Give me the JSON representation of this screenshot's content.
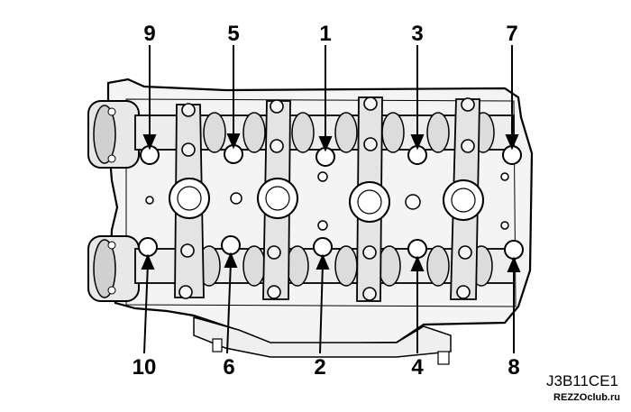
{
  "diagram": {
    "bolt_labels": [
      "1",
      "2",
      "3",
      "4",
      "5",
      "6",
      "7",
      "8",
      "9",
      "10"
    ],
    "figure_code": "J3B11CE1",
    "watermark": "REZZOclub.ru"
  }
}
